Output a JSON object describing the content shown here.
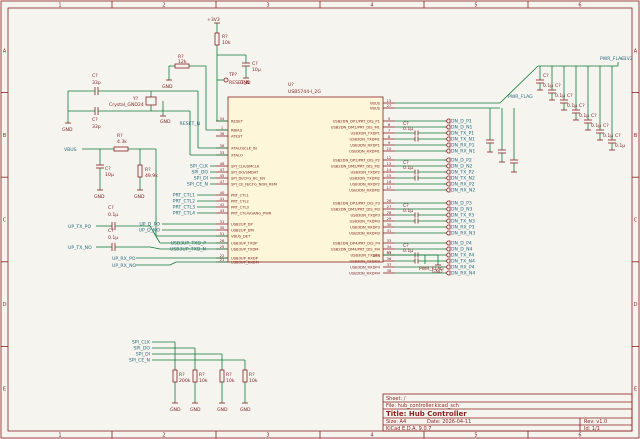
{
  "frame": {
    "cols": [
      "1",
      "2",
      "3",
      "4",
      "5",
      "6"
    ],
    "rows": [
      "A",
      "B",
      "C",
      "D",
      "E"
    ]
  },
  "title_block": {
    "sheet": "Sheet: /",
    "file": "File: hub_controller.kicad_sch",
    "title": "Title: Hub Controller",
    "size": "Size: A4",
    "date": "Date: 2026-04-11",
    "rev": "Rev: v1.0",
    "tool": "KiCad E.D.A. 9.0.7",
    "id": "Id: 1/1"
  },
  "ic": {
    "ref": "U?",
    "value": "USB5744-I_2G",
    "left_pins": [
      {
        "label": "RESET",
        "num": "54"
      },
      {
        "label": "RBIAS",
        "num": "1"
      },
      {
        "label": "ATEST",
        "num": "36"
      },
      {
        "label": "XTALO/CLK_IN",
        "num": "36"
      },
      {
        "label": "XTALO",
        "num": "33"
      },
      {
        "label": "SPI_CLK/SMCLK",
        "num": "46"
      },
      {
        "label": "SPI_DO/SMDAT",
        "num": "47"
      },
      {
        "label": "SPI_DI/CFG_BC_EN",
        "num": "45"
      },
      {
        "label": "SPI_CE_N/CFG_NON_REM",
        "num": "47"
      },
      {
        "label": "PRT_CTL1",
        "num": "40"
      },
      {
        "label": "PRT_CTL2",
        "num": "41"
      },
      {
        "label": "PRT_CTL3",
        "num": "42"
      },
      {
        "label": "PRT_CTL4/GANG_PWR",
        "num": "43"
      },
      {
        "label": "USB2UP_DP",
        "num": "31"
      },
      {
        "label": "USB2UP_DM",
        "num": "30"
      },
      {
        "label": "VBUS_DET",
        "num": "51"
      },
      {
        "label": "USB3UP_TXDP",
        "num": "26"
      },
      {
        "label": "USB3UP_TXDM",
        "num": "25"
      },
      {
        "label": "USB3UP_RXDP",
        "num": "22"
      },
      {
        "label": "USB3UP_RXDM",
        "num": "21"
      }
    ],
    "right_top_pins": [
      {
        "label": "VBUS",
        "num": "13"
      },
      {
        "label": "VBUS",
        "num": "27"
      }
    ],
    "right_groups": [
      [
        {
          "label": "USB2DN_DP1/PRT_DIS_P1",
          "num": "5"
        },
        {
          "label": "USB2DN_DM1/PRT_DIS_M1",
          "num": "6"
        },
        {
          "label": "USB3DN_TXDP1",
          "num": "7"
        },
        {
          "label": "USB3DN_TXDM1",
          "num": "8"
        },
        {
          "label": "USB3DN_RXDP1",
          "num": "9"
        },
        {
          "label": "USB3DN_RXDM1",
          "num": "10"
        }
      ],
      [
        {
          "label": "USB2DN_DP2/PRT_DIS_P2",
          "num": "12"
        },
        {
          "label": "USB2DN_DM2/PRT_DIS_M2",
          "num": "13"
        },
        {
          "label": "USB3DN_TXDP2",
          "num": "14"
        },
        {
          "label": "USB3DN_TXDM2",
          "num": "15"
        },
        {
          "label": "USB3DN_RXDP2",
          "num": "16"
        },
        {
          "label": "USB3DN_RXDM2",
          "num": "17"
        }
      ],
      [
        {
          "label": "USB2DN_DP3/PRT_DIS_P3",
          "num": "26"
        },
        {
          "label": "USB2DN_DM3/PRT_DIS_M3",
          "num": "27"
        },
        {
          "label": "USB3DN_TXDP3",
          "num": "28"
        },
        {
          "label": "USB3DN_TXDM3",
          "num": "29"
        },
        {
          "label": "USB3DN_RXDP3",
          "num": "30"
        },
        {
          "label": "USB3DN_RXDM3",
          "num": "31"
        }
      ],
      [
        {
          "label": "USB2DN_DP4/PRT_DIS_P4",
          "num": "33"
        },
        {
          "label": "USB2DN_DM4/PRT_DIS_M4",
          "num": "34"
        },
        {
          "label": "USB3DN_TXDP4",
          "num": "35"
        },
        {
          "label": "USB3DN_TXDM4",
          "num": "36"
        },
        {
          "label": "USB3DN_RXDP4",
          "num": "37"
        },
        {
          "label": "USB3DN_RXDM4",
          "num": "38"
        }
      ]
    ],
    "vss_label": "VSS",
    "vss_num": "57"
  },
  "port_labels": [
    [
      "DN_D_P1",
      "DN_D_N1",
      "DN_TX_P1",
      "DN_TX_N1",
      "DN_RX_P1",
      "DN_RX_N1"
    ],
    [
      "DN_D_P2",
      "DN_D_N2",
      "DN_TX_P2",
      "DN_TX_N2",
      "DN_RX_P2",
      "DN_RX_N2"
    ],
    [
      "DN_D_P3",
      "DN_D_N3",
      "DN_TX_P3",
      "DN_TX_N3",
      "DN_RX_P3",
      "DN_RX_N3"
    ],
    [
      "DN_D_P4",
      "DN_D_N4",
      "DN_TX_P4",
      "DN_TX_N4",
      "DN_RX_P4",
      "DN_RX_N4"
    ]
  ],
  "dn_tx_caps": [
    {
      "ref": "C?",
      "value": "0.1µ"
    },
    {
      "ref": "C?",
      "value": "0.1µ"
    },
    {
      "ref": "C?",
      "value": "0.1µ"
    },
    {
      "ref": "C?",
      "value": "0.1µ"
    }
  ],
  "left_nets": {
    "spi": [
      "SPI_CLK",
      "SPI_DO",
      "SPI_DI",
      "SPI_CE_N"
    ],
    "prt": [
      "PRT_CTL1",
      "PRT_CTL2",
      "PRT_CTL3",
      "PRT_CTL4"
    ],
    "usb_tx": [
      "USB3UP_TXD_P",
      "USB3UP_TXD_N"
    ],
    "up_d": [
      "UP_D_PO",
      "UP_D_NO"
    ],
    "up_tx": [
      "UP_TX_PO",
      "UP_TX_NO"
    ],
    "up_rx": [
      "UP_RX_PO",
      "UP_RX_NO"
    ],
    "vbus": "VBUS",
    "reset": "RESET_N"
  },
  "parts": {
    "r_top": {
      "ref": "R?",
      "value": "10k"
    },
    "c_top": {
      "ref": "C?",
      "value": "10µ"
    },
    "r_rbias": {
      "ref": "R?",
      "value": "12k"
    },
    "tp": {
      "ref": "TP?",
      "value": "RESET_N"
    },
    "c_x1": {
      "ref": "C?",
      "value": "33p"
    },
    "c_x2": {
      "ref": "C?",
      "value": "33p"
    },
    "xtal": {
      "ref": "Y?",
      "value": "Crystal_GND24"
    },
    "r_vb1": {
      "ref": "R?",
      "value": "4.3k"
    },
    "c_vb": {
      "ref": "C?",
      "value": "10µ"
    },
    "r_vb2": {
      "ref": "R?",
      "value": "49.9k"
    },
    "c_up1": {
      "ref": "C?",
      "value": "0.1µ"
    },
    "c_up2": {
      "ref": "C?",
      "value": "0.1µ"
    },
    "r_s1": {
      "ref": "R?",
      "value": "200k"
    },
    "r_s2": {
      "ref": "R?",
      "value": "10k"
    },
    "r_s3": {
      "ref": "R?",
      "value": "10k"
    },
    "r_s4": {
      "ref": "R?",
      "value": "10k"
    }
  },
  "bypass_caps": [
    {
      "ref": "C?",
      "value": "0.1µ"
    },
    {
      "ref": "C?",
      "value": "0.1µ"
    },
    {
      "ref": "C?",
      "value": "0.1µ"
    },
    {
      "ref": "C?",
      "value": "0.1µ"
    },
    {
      "ref": "C?",
      "value": "0.1µ"
    },
    {
      "ref": "C?",
      "value": "0.1µ"
    },
    {
      "ref": "C?",
      "value": "0.1µ"
    }
  ],
  "power": {
    "v3": "+3V3",
    "v12": "+1V2",
    "gnd": "GND",
    "pwr_flag_12": "PWR_FLAG",
    "pwr_flag_33": "PWR_FLAG",
    "pwr_flag_gnd": "PWR_FLAG"
  },
  "bottom_nets": [
    "SPI_CLK",
    "SPI_DO",
    "SPI_DI",
    "SPI_CE_N"
  ]
}
